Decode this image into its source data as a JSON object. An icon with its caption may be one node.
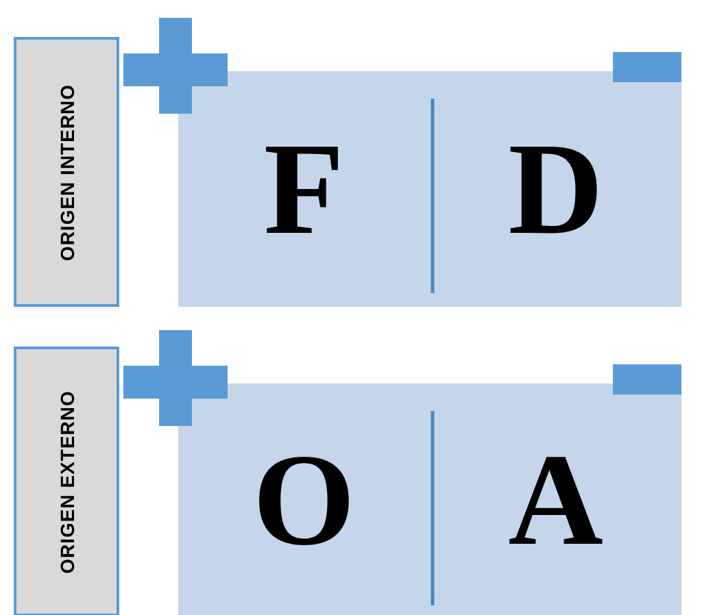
{
  "diagram": {
    "nodes": [
      {
        "text": [
          "ORIGEN INTERNO"
        ]
      },
      {
        "text": [],
        "shape": "box"
      },
      {
        "text": [
          "F"
        ],
        "in": 1
      },
      {
        "text": [
          "D"
        ],
        "in": 1
      },
      {
        "text": [
          "ORIGEN EXTERNO"
        ]
      },
      {
        "text": [],
        "shape": "box"
      },
      {
        "text": [
          "O"
        ],
        "in": 5
      },
      {
        "text": [
          "A"
        ],
        "in": 5
      }
    ]
  }
}
